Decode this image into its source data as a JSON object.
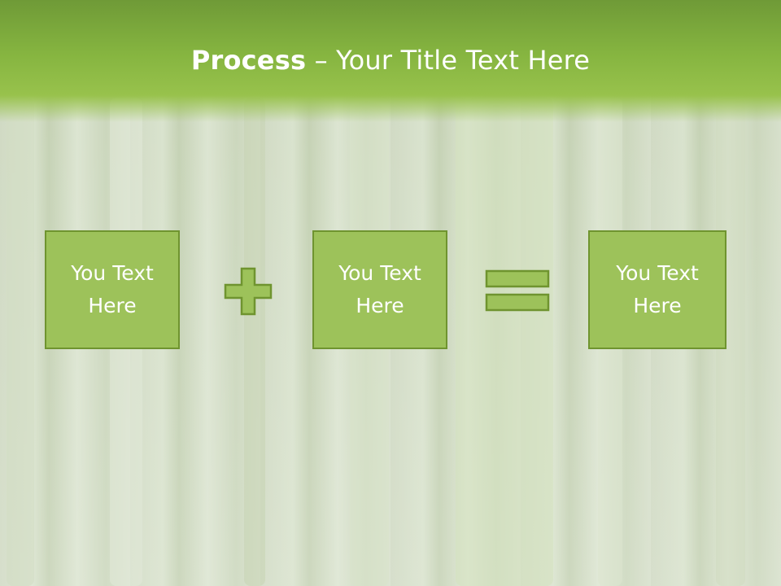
{
  "slide": {
    "title_bold": "Process",
    "title_sep": " – ",
    "title_rest": "Your Title Text Here"
  },
  "boxes": [
    {
      "line1": "You Text",
      "line2": "Here"
    },
    {
      "line1": "You Text",
      "line2": "Here"
    },
    {
      "line1": "You Text",
      "line2": "Here"
    }
  ],
  "operators": {
    "first": "plus-icon",
    "second": "equals-icon"
  },
  "colors": {
    "header": "#86b540",
    "box_fill": "#9dc25a",
    "box_border": "#6f942f",
    "text": "#ffffff"
  }
}
